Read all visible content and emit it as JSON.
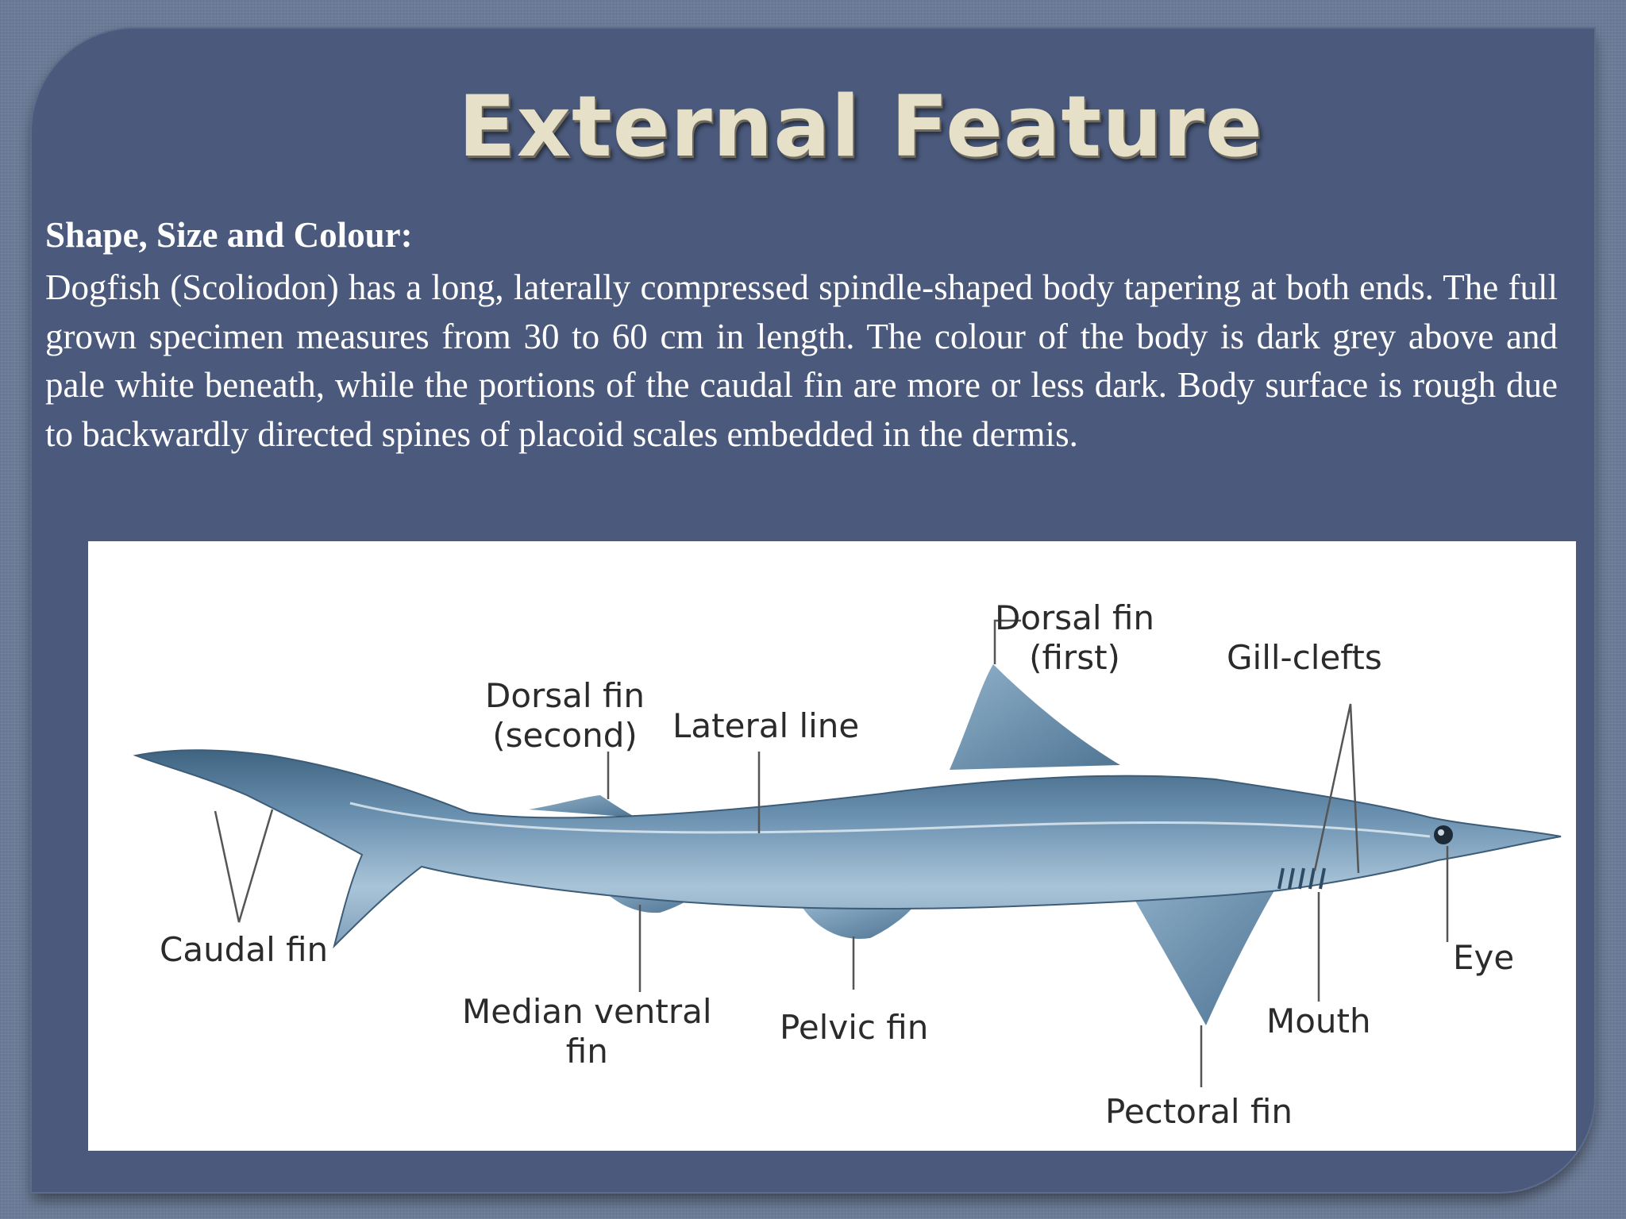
{
  "slide": {
    "title": "External Feature",
    "heading": "Shape, Size and Colour:",
    "paragraph": "Dogfish (Scoliodon) has a long, laterally compressed spindle-shaped body tapering at both ends. The full grown specimen measures from 30 to 60 cm in length. The colour of the body is dark grey above and pale white beneath, while the portions of the caudal fin are more or less dark. Body surface is rough due to backwardly directed spines of placoid scales embedded in the dermis."
  },
  "diagram": {
    "labels": {
      "dorsal_first": [
        "Dorsal fin",
        "(first)"
      ],
      "gill_clefts": "Gill-clefts",
      "dorsal_second": [
        "Dorsal fin",
        "(second)"
      ],
      "lateral_line": "Lateral line",
      "caudal_fin": "Caudal fin",
      "eye": "Eye",
      "median_ventral": [
        "Median ventral",
        "fin"
      ],
      "pelvic_fin": "Pelvic fin",
      "mouth": "Mouth",
      "pectoral_fin": "Pectoral fin"
    },
    "colors": {
      "body_dark": "#4a6f8f",
      "body_mid": "#6f95b4",
      "body_light": "#b3cde0",
      "line": "#444444"
    }
  }
}
